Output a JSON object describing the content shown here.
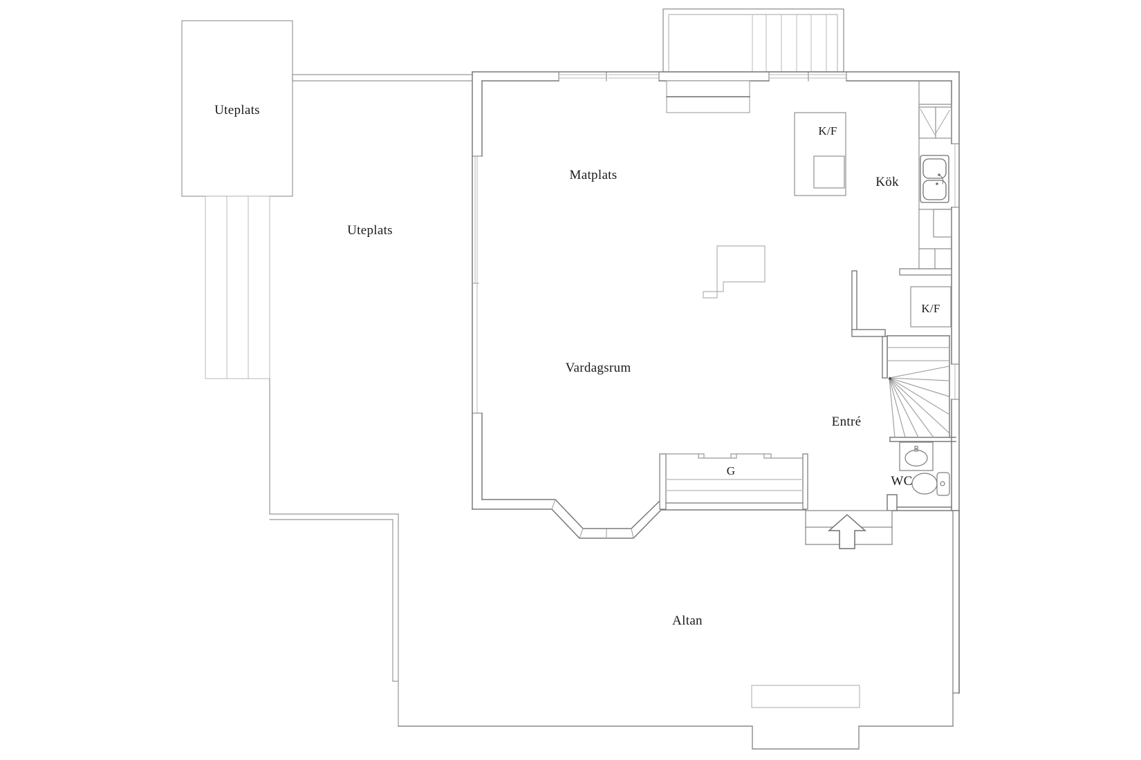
{
  "plan": {
    "type": "floor-plan",
    "labels": [
      {
        "id": "uteplats-top",
        "text": "Uteplats"
      },
      {
        "id": "uteplats-left",
        "text": "Uteplats"
      },
      {
        "id": "matplats",
        "text": "Matplats"
      },
      {
        "id": "vardagsrum",
        "text": "Vardagsrum"
      },
      {
        "id": "kok",
        "text": "Kök"
      },
      {
        "id": "kf-upper",
        "text": "K/F"
      },
      {
        "id": "kf-lower",
        "text": "K/F"
      },
      {
        "id": "entre",
        "text": "Entré"
      },
      {
        "id": "wc",
        "text": "WC"
      },
      {
        "id": "garderob",
        "text": "G"
      },
      {
        "id": "altan",
        "text": "Altan"
      }
    ],
    "colors": {
      "background": "#ffffff",
      "wall": "#787878",
      "medium_line": "#989898",
      "thin_line": "#b8b8b8",
      "dark_line": "#666666",
      "text": "#1b1b1b"
    }
  }
}
